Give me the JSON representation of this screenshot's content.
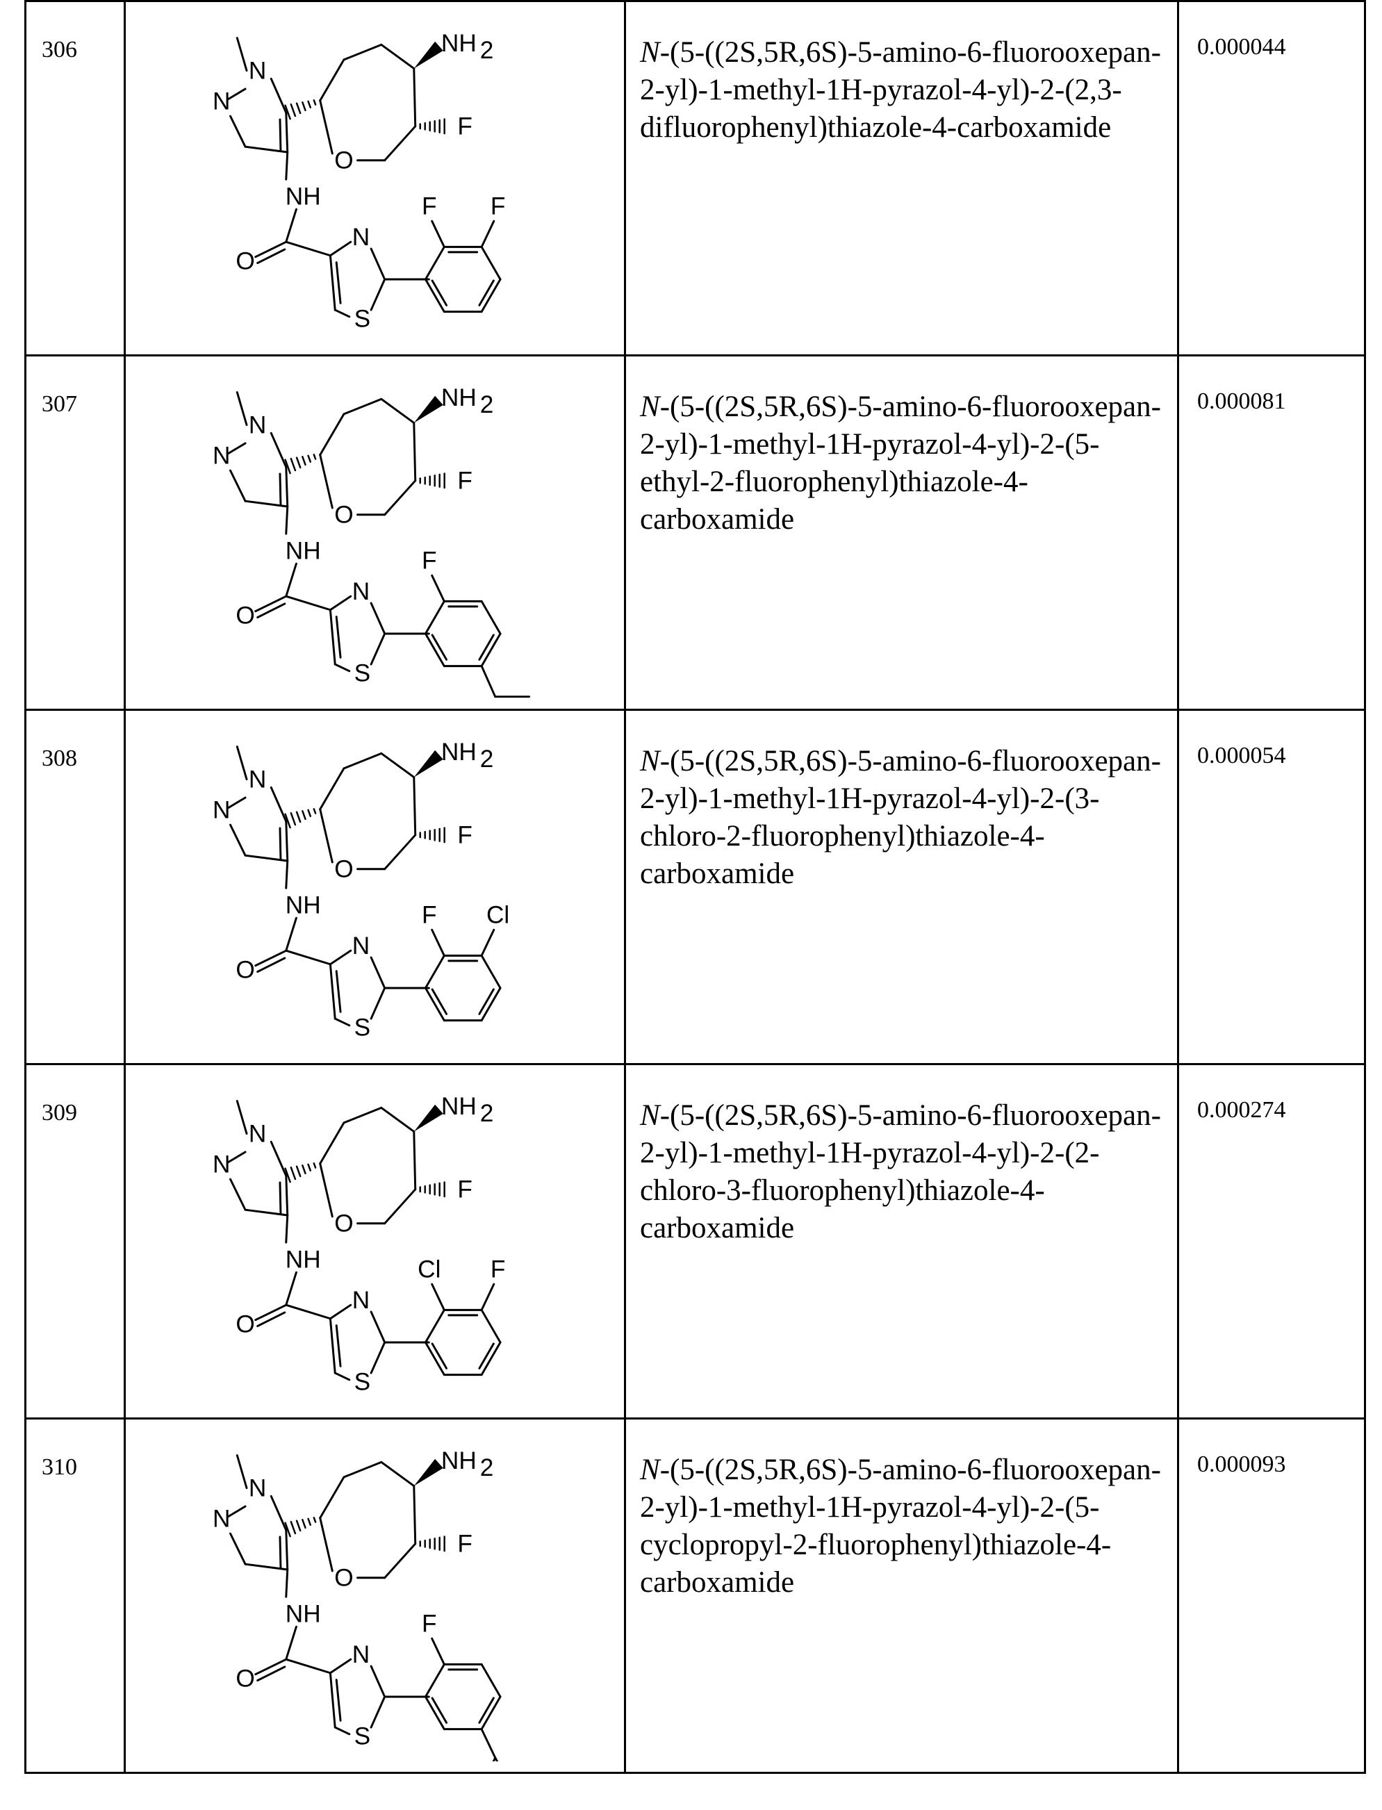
{
  "rows": [
    {
      "id": "306",
      "name_prefix": "N",
      "name_rest": "-(5-((2S,5R,6S)-5-amino-6-fluorooxepan-2-yl)-1-methyl-1H-pyrazol-4-yl)-2-(2,3-difluorophenyl)thiazole-4-carboxamide",
      "value": "0.000044",
      "structure": {
        "aryl_sub_ortho": "F",
        "aryl_sub_meta": "F",
        "aryl_sub_5": ""
      }
    },
    {
      "id": "307",
      "name_prefix": "N",
      "name_rest": "-(5-((2S,5R,6S)-5-amino-6-fluorooxepan-2-yl)-1-methyl-1H-pyrazol-4-yl)-2-(5-ethyl-2-fluorophenyl)thiazole-4-carboxamide",
      "value": "0.000081",
      "structure": {
        "aryl_sub_ortho": "F",
        "aryl_sub_meta": "",
        "aryl_sub_5": "ethyl"
      }
    },
    {
      "id": "308",
      "name_prefix": "N",
      "name_rest": "-(5-((2S,5R,6S)-5-amino-6-fluorooxepan-2-yl)-1-methyl-1H-pyrazol-4-yl)-2-(3-chloro-2-fluorophenyl)thiazole-4-carboxamide",
      "value": "0.000054",
      "structure": {
        "aryl_sub_ortho": "F",
        "aryl_sub_meta": "Cl",
        "aryl_sub_5": ""
      }
    },
    {
      "id": "309",
      "name_prefix": "N",
      "name_rest": "-(5-((2S,5R,6S)-5-amino-6-fluorooxepan-2-yl)-1-methyl-1H-pyrazol-4-yl)-2-(2-chloro-3-fluorophenyl)thiazole-4-carboxamide",
      "value": "0.000274",
      "structure": {
        "aryl_sub_ortho": "Cl",
        "aryl_sub_meta": "F",
        "aryl_sub_5": ""
      }
    },
    {
      "id": "310",
      "name_prefix": "N",
      "name_rest": "-(5-((2S,5R,6S)-5-amino-6-fluorooxepan-2-yl)-1-methyl-1H-pyrazol-4-yl)-2-(5-cyclopropyl-2-fluorophenyl)thiazole-4-carboxamide",
      "value": "0.000093",
      "structure": {
        "aryl_sub_ortho": "F",
        "aryl_sub_meta": "",
        "aryl_sub_5": "cyclopropyl"
      }
    }
  ],
  "atoms": {
    "nh2": "NH",
    "nh2_sub": "2",
    "f": "F",
    "o": "O",
    "n": "N",
    "s": "S",
    "nh": "NH"
  }
}
